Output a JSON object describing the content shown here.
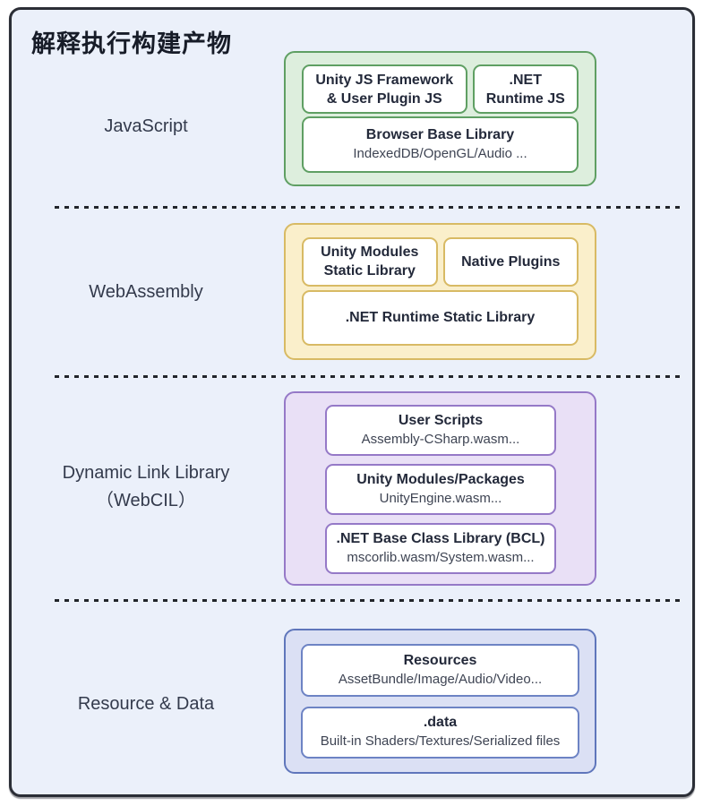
{
  "title": "解释执行构建产物",
  "colors": {
    "frame_background": "#ebf0fa",
    "frame_border": "#2b2e36",
    "divider": "#22252b",
    "green_fill": "#ddeedd",
    "green_border": "#5f9f63",
    "yellow_fill": "#faefcb",
    "yellow_border": "#d8ba64",
    "purple_fill": "#e9e0f6",
    "purple_border": "#9579c7",
    "blue_fill": "#dbe0f4",
    "blue_border": "#5f76bb"
  },
  "sections": [
    {
      "id": "javascript",
      "label_lines": [
        "JavaScript"
      ],
      "top_boxes": [
        {
          "title_lines": [
            "Unity JS Framework",
            "& User Plugin JS"
          ]
        },
        {
          "title_lines": [
            ".NET",
            "Runtime JS"
          ]
        }
      ],
      "bottom_box": {
        "title": "Browser Base Library",
        "subtitle": "IndexedDB/OpenGL/Audio ..."
      }
    },
    {
      "id": "webassembly",
      "label_lines": [
        "WebAssembly"
      ],
      "top_boxes": [
        {
          "title_lines": [
            "Unity Modules",
            "Static Library"
          ]
        },
        {
          "title_lines": [
            "Native Plugins"
          ]
        }
      ],
      "bottom_box": {
        "title": ".NET Runtime Static Library",
        "subtitle": ""
      }
    },
    {
      "id": "dynamic-link-library",
      "label_lines": [
        "Dynamic Link Library",
        "（WebCIL）"
      ],
      "stack_boxes": [
        {
          "title": "User Scripts",
          "subtitle": "Assembly-CSharp.wasm..."
        },
        {
          "title": "Unity Modules/Packages",
          "subtitle": "UnityEngine.wasm..."
        },
        {
          "title": ".NET Base Class Library (BCL)",
          "subtitle": "mscorlib.wasm/System.wasm..."
        }
      ]
    },
    {
      "id": "resource-data",
      "label_lines": [
        "Resource & Data"
      ],
      "stack_boxes": [
        {
          "title": "Resources",
          "subtitle": "AssetBundle/Image/Audio/Video..."
        },
        {
          "title": ".data",
          "subtitle": "Built-in Shaders/Textures/Serialized files"
        }
      ]
    }
  ]
}
